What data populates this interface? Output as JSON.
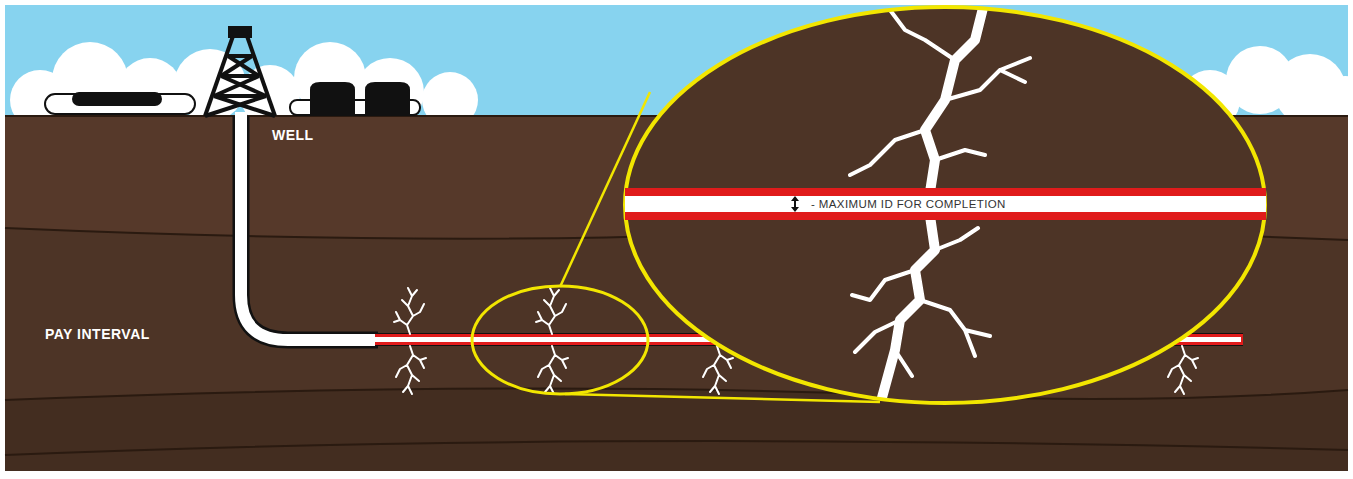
{
  "diagram": {
    "nodes": [
      {
        "text": [
          "- MAXIMUM ID FOR COMPLETION"
        ]
      }
    ],
    "labels": [
      "WELL",
      "PAY INTERVAL"
    ]
  }
}
